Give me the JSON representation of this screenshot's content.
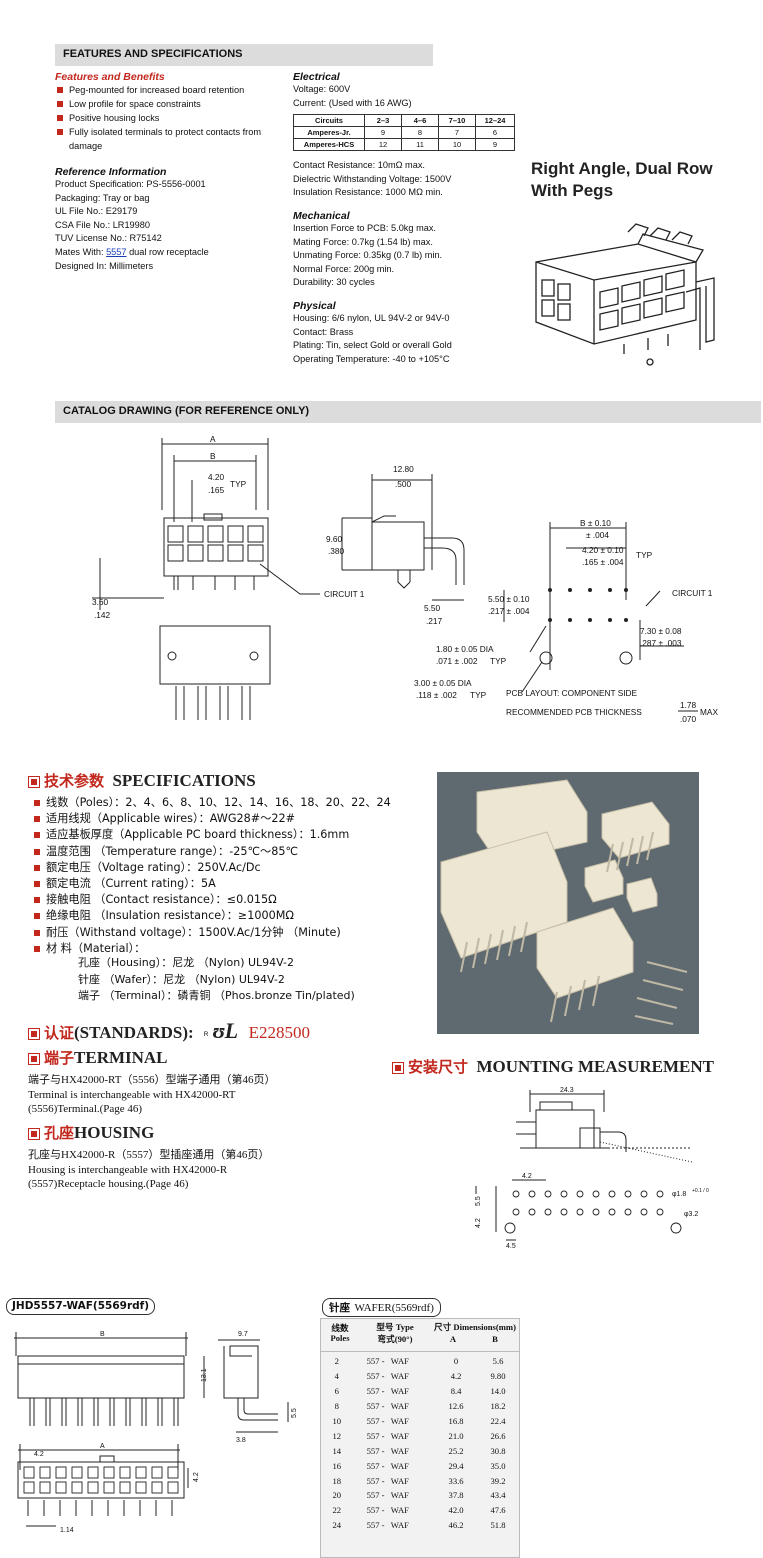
{
  "features": {
    "header": "FEATURES AND SPECIFICATIONS",
    "benefits_title": "Features and Benefits",
    "benefits": [
      "Peg-mounted for increased board retention",
      "Low profile for space constraints",
      "Positive housing locks",
      "Fully isolated terminals to protect contacts from damage"
    ],
    "reference_title": "Reference Information",
    "reference": [
      "Product Specification: PS-5556-0001",
      "Packaging: Tray or bag",
      "UL File No.: E29179",
      "CSA File No.: LR19980",
      "TUV License No.: R75142"
    ],
    "mates_prefix": "Mates With: ",
    "mates_link": "5557",
    "mates_suffix": " dual row receptacle",
    "designed_in": "Designed In: Millimeters",
    "electrical_title": "Electrical",
    "electrical": [
      "Voltage: 600V",
      "Current: (Used with 16 AWG)"
    ],
    "current_table": {
      "header": [
        "Circuits",
        "2–3",
        "4–6",
        "7–10",
        "12–24"
      ],
      "rows": [
        [
          "Amperes-Jr.",
          "9",
          "8",
          "7",
          "6"
        ],
        [
          "Amperes-HCS",
          "12",
          "11",
          "10",
          "9"
        ]
      ]
    },
    "electrical2": [
      "Contact Resistance: 10mΩ max.",
      "Dielectric Withstanding Voltage: 1500V",
      "Insulation Resistance: 1000 MΩ min."
    ],
    "mechanical_title": "Mechanical",
    "mechanical": [
      "Insertion Force to PCB: 5.0kg max.",
      "Mating Force: 0.7kg (1.54 lb) max.",
      "Unmating Force: 0.35kg (0.7 lb) min.",
      "Normal Force: 200g min.",
      "Durability: 30 cycles"
    ],
    "physical_title": "Physical",
    "physical": [
      "Housing: 6/6 nylon, UL 94V-2 or 94V-0",
      "Contact: Brass",
      "Plating: Tin, select Gold or overall Gold",
      "Operating Temperature: -40 to +105°C"
    ],
    "product_title_1": "Right Angle, Dual Row",
    "product_title_2": "With Pegs"
  },
  "catalog": {
    "header": "CATALOG DRAWING (FOR REFERENCE ONLY)",
    "labels": {
      "A": "A",
      "B": "B",
      "typ_mm": "4.20",
      "typ_in": ".165",
      "typ": "TYP",
      "w_mm": "12.80",
      "w_in": ".500",
      "h_mm": "9.60",
      "h_in": ".380",
      "peg_mm": "3.60",
      "peg_in": ".142",
      "tail_mm": "5.50",
      "tail_in": ".217",
      "circuit1": "CIRCUIT 1",
      "b01": "B ± 0.10",
      "b004": "± .004",
      "p420": "4.20 ± 0.10",
      "p165": ".165 ± .004",
      "typ2": "TYP",
      "p550": "5.50 ± 0.10",
      "p217": ".217 ± .004",
      "circuit1b": "CIRCUIT 1",
      "p730": "7.30 ± 0.08",
      "p287": ".287 ± .003",
      "d180": "1.80 ± 0.05 DIA",
      "d071": ".071 ± .002",
      "dtyp": "TYP",
      "d300": "3.00 ± 0.05 DIA",
      "d118": ".118 ± .002",
      "dtyp2": "TYP",
      "pcb1": "PCB LAYOUT: COMPONENT SIDE",
      "pcb2": "RECOMMENDED PCB THICKNESS",
      "pcb_num": "1.78",
      "pcb_den": ".070",
      "pcb_max": "MAX"
    }
  },
  "specs": {
    "title_cn": "技术参数",
    "title_en": "SPECIFICATIONS",
    "items": [
      "线数（Poles）：2、4、6、8、10、12、14、16、18、20、22、24",
      "适用线规（Applicable wires）：AWG28#～22#",
      "适应基板厚度（Applicable PC board thickness）：1.6mm",
      "温度范围 （Temperature range）：-25℃～85℃",
      "额定电压（Voltage rating）：250V.Ac/Dc",
      "额定电流 （Current rating）：5A",
      "接触电阻 （Contact resistance）：≤0.015Ω",
      "绝缘电阻 （Insulation resistance）：≥1000MΩ",
      "耐压（Withstand voltage）：1500V.Ac/1分钟 （Minute)",
      "材 料（Material）："
    ],
    "materials": [
      "孔座（Housing）：尼龙 （Nylon) UL94V-2",
      "针座 （Wafer）：尼龙 （Nylon) UL94V-2",
      "端子 （Terminal）：磷青铜 （Phos.bronze Tin/plated)"
    ],
    "standards_cn": "认证",
    "standards_en": "(STANDARDS):",
    "ul_mark": "ᴿ",
    "ul_file": "E228500",
    "terminal_cn": "端子",
    "terminal_en": "TERMINAL",
    "terminal_text": [
      "端子与HX42000-RT（5556）型端子通用（第46页）",
      "Terminal is interchangeable with HX42000-RT",
      "(5556)Terminal.(Page 46)"
    ],
    "housing_cn": "孔座",
    "housing_en": "HOUSING",
    "housing_text": [
      "孔座与HX42000-R（5557）型插座通用（第46页）",
      "Housing is interchangeable with HX42000-R",
      "(5557)Receptacle housing.(Page 46)"
    ]
  },
  "mounting": {
    "title_cn": "安装尺寸",
    "title_en": "MOUNTING MEASUREMENT",
    "dim_243": "24.3",
    "dim_42": "4.2",
    "dim_55": "5.5",
    "dim_42v": "4.2",
    "dim_45": "4.5",
    "dim_hole": "φ1.8",
    "dim_hole_tol": "+0.1 / 0",
    "dim_32": "φ3.2"
  },
  "wafer": {
    "part_label": "JHD5557-WAF(5569rdf)",
    "dims": {
      "B": "B",
      "w97": "9.7",
      "h131": "13.1",
      "h55": "5.5",
      "h38": "3.8",
      "A": "A",
      "p42": "4.2",
      "v42": "4.2",
      "d114": "1.14"
    },
    "table_title_cn": "针座",
    "table_title_en": "WAFER(5569rdf)",
    "head": {
      "poles_cn": "线数",
      "poles_en": "Poles",
      "type_cn": "型号",
      "type_en": "Type",
      "type_sub": "弯式(90°)",
      "dims_cn": "尺寸",
      "dims_en": "Dimensions(mm)",
      "a": "A",
      "b": "B"
    },
    "rows": [
      [
        "2",
        "557 -   WAF",
        "0",
        "5.6"
      ],
      [
        "4",
        "557 -   WAF",
        "4.2",
        "9.80"
      ],
      [
        "6",
        "557 -   WAF",
        "8.4",
        "14.0"
      ],
      [
        "8",
        "557 -   WAF",
        "12.6",
        "18.2"
      ],
      [
        "10",
        "557 -   WAF",
        "16.8",
        "22.4"
      ],
      [
        "12",
        "557 -   WAF",
        "21.0",
        "26.6"
      ],
      [
        "14",
        "557 -   WAF",
        "25.2",
        "30.8"
      ],
      [
        "16",
        "557 -   WAF",
        "29.4",
        "35.0"
      ],
      [
        "18",
        "557 -   WAF",
        "33.6",
        "39.2"
      ],
      [
        "20",
        "557 -   WAF",
        "37.8",
        "43.4"
      ],
      [
        "22",
        "557 -   WAF",
        "42.0",
        "47.6"
      ],
      [
        "24",
        "557 -   WAF",
        "46.2",
        "51.8"
      ]
    ]
  },
  "colors": {
    "accent_red": "#c2281e",
    "header_gray": "#dcdcdc",
    "photo_bg": "#5f6970"
  }
}
